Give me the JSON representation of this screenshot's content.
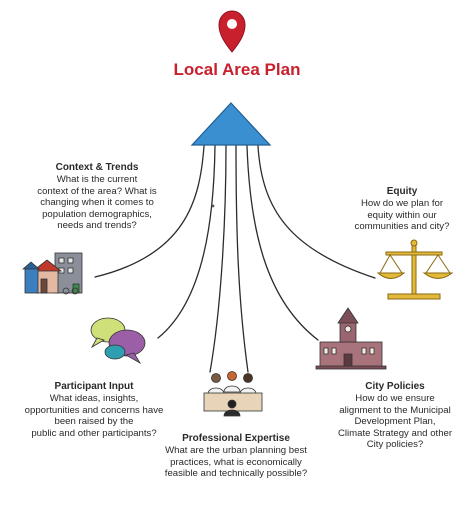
{
  "title": "Local Area Plan",
  "colors": {
    "title": "#c8202c",
    "pin": "#c8202c",
    "roof": "#3a8fd1",
    "text": "#2a2a2a"
  },
  "icons": [
    "map-pin-icon",
    "houses-icon",
    "speech-bubbles-icon",
    "meeting-people-icon",
    "city-hall-icon",
    "scales-icon"
  ],
  "inputs": [
    {
      "heading": "Context & Trends",
      "text": "What is the current\ncontext of the area? What is\nchanging when it comes to\npopulation demographics,\nneeds and trends?"
    },
    {
      "heading": "Participant Input",
      "text": "What ideas, insights,\nopportunities and concerns have\nbeen raised by the\npublic and other participants?"
    },
    {
      "heading": "Professional Expertise",
      "text": "What are the urban planning best\npractices, what is economically\nfeasible and technically possible?"
    },
    {
      "heading": "City Policies",
      "text": "How do we ensure\nalignment to the Municipal\nDevelopment Plan,\nClimate Strategy and other\nCity policies?"
    },
    {
      "heading": "Equity",
      "text": "How do we plan for\nequity within our\ncommunities and city?"
    }
  ]
}
